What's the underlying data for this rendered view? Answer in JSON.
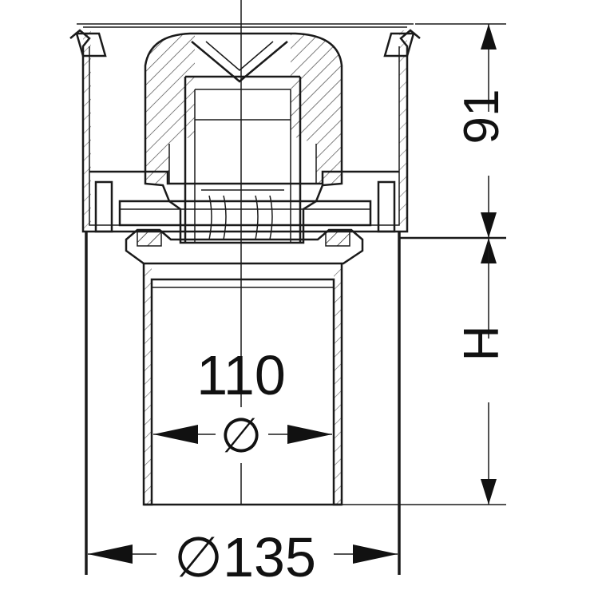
{
  "drawing": {
    "dims": {
      "top_height": "91",
      "body_height": "H",
      "inner_diameter_value": "110",
      "inner_diameter_symbol": "∅",
      "outer_diameter": "∅135"
    },
    "colors": {
      "insert_fill": "#e874a8",
      "line": "#1a1a1a",
      "background": "#ffffff"
    }
  }
}
